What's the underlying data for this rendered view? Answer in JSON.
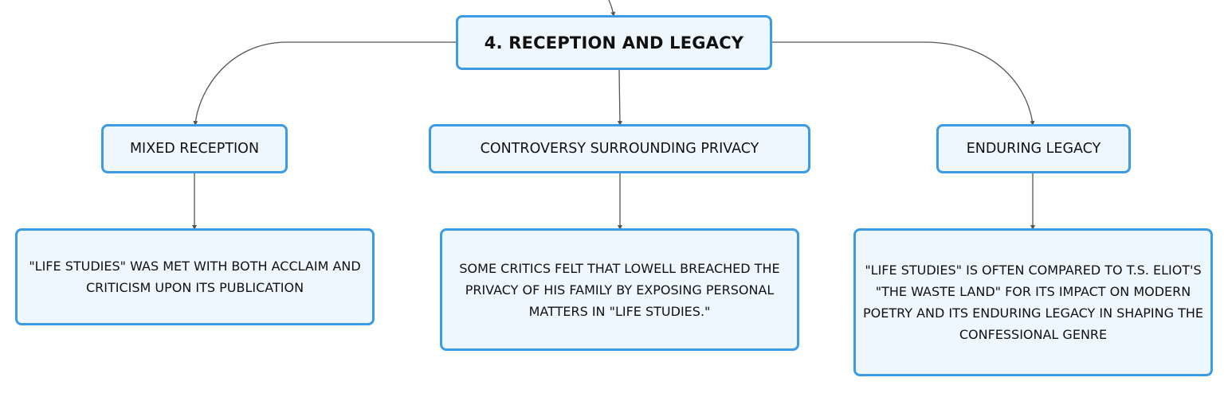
{
  "mindmap": {
    "root": {
      "label": "4. RECEPTION AND LEGACY"
    },
    "branches": [
      {
        "label": "MIXED RECEPTION",
        "detail": "\"LIFE STUDIES\" WAS MET WITH BOTH ACCLAIM AND CRITICISM UPON ITS PUBLICATION"
      },
      {
        "label": "CONTROVERSY SURROUNDING PRIVACY",
        "detail": "SOME CRITICS FELT THAT LOWELL BREACHED THE PRIVACY OF HIS FAMILY BY EXPOSING PERSONAL MATTERS IN \"LIFE STUDIES.\""
      },
      {
        "label": "ENDURING LEGACY",
        "detail": "\"LIFE STUDIES\" IS OFTEN COMPARED TO T.S. ELIOT'S \"THE WASTE LAND\" FOR ITS IMPACT ON MODERN POETRY AND ITS ENDURING LEGACY IN SHAPING THE CONFESSIONAL GENRE"
      }
    ]
  },
  "colors": {
    "node_border": "#3c9be3",
    "node_fill": "#eef7fd",
    "connector": "#555555"
  }
}
